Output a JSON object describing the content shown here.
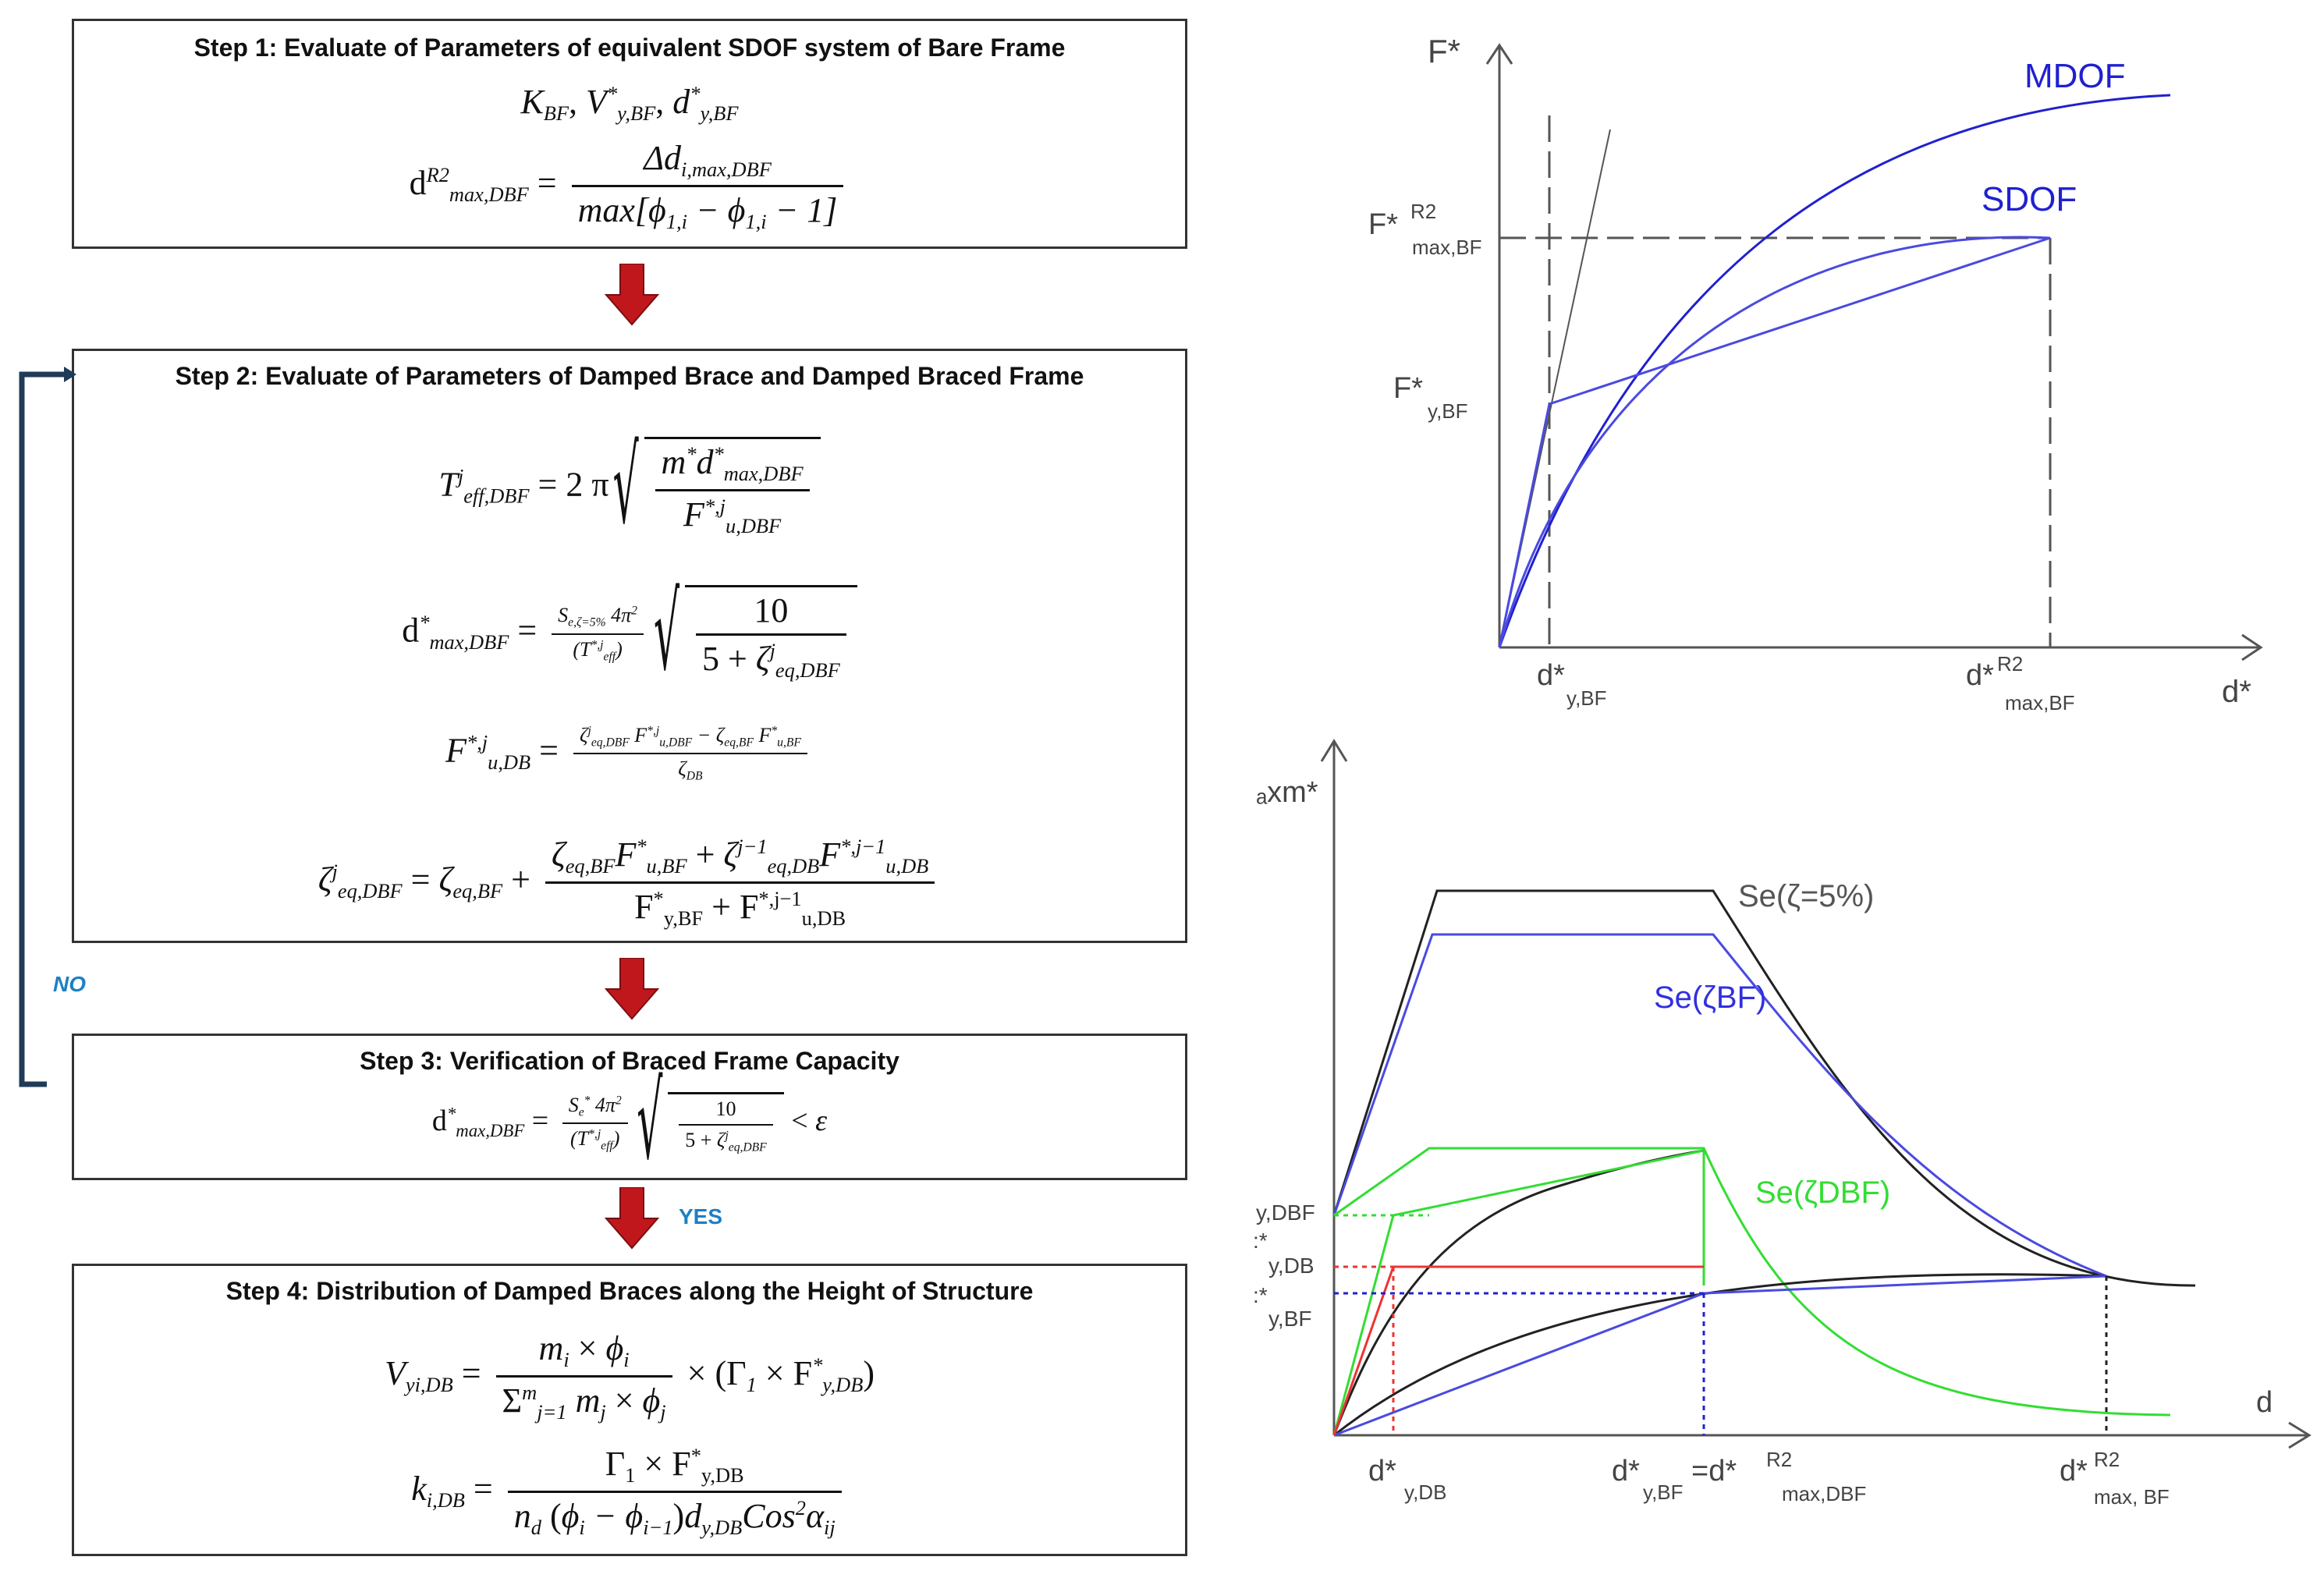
{
  "colors": {
    "box_border": "#333333",
    "arrow_red": "#c0171d",
    "loop_navy": "#1f3b57",
    "label_blue": "#1e7fc4",
    "mdof_blue": "#2020d0",
    "curve_blue": "#4a4ae0",
    "green": "#33dd33",
    "red": "#ee3333",
    "gray": "#444444"
  },
  "steps": [
    {
      "title": "Step 1: Evaluate of Parameters of equivalent SDOF system of Bare Frame",
      "eq1": "K_BF , V*_y,BF , d*_y,BF",
      "eq2": "d^R2_max,DBF = Δd_i,max,DBF / max[ϕ1,i − ϕ1,i − 1]"
    },
    {
      "title": "Step 2: Evaluate of Parameters of Damped Brace and Damped Braced Frame",
      "eq1": "T^j_eff,DBF = 2 π √( m* d*_max,DBF / F*,j_u,DBF )",
      "eq2": "d*_max,DBF = S_e,ζ=5% 4π² / (T*,j_eff) √( 10 / (5 + ζ^j_eq,DBF) )",
      "eq3": "F*,j_u,DB = ( ζ^j_eq,DBF F*,j_u,DBF − ζ_eq,BF F*_u,BF ) / ζ_DB",
      "eq4": "ζ^j_eq,DBF = ζ_eq,BF + ( ζ_eq,BF F*_u,BF + ζ^j−1_eq,DB F*,j−1_u,DB ) / ( F*_y,BF + F*,j−1_u,DB )"
    },
    {
      "title": "Step 3: Verification of Braced Frame Capacity",
      "eq1": "d*_max,DBF = S_e* 4π² / (T*,j_eff) √( 10 / (5+ζ^j_eq,DBF) ) < ε"
    },
    {
      "title": "Step 4: Distribution of Damped Braces along the Height of Structure",
      "eq1": "V_yi,DB = m_i × ϕ_i / Σ m_j × ϕ_j × (Γ1 × F*_y,DB)",
      "eq2": "k_i,DB = Γ1 × F*_y,DB / n_d (ϕ_i − ϕ_i−1) d_y,DB Cos²α_ij"
    }
  ],
  "loop": {
    "no": "NO",
    "yes": "YES"
  },
  "sym": {
    "K": "K",
    "V": "V",
    "d": "d",
    "dR2": "d",
    "T": "T",
    "F": "F",
    "zeta": "ζ",
    "pi": "π",
    "phi": "ϕ",
    "Gamma": "Γ",
    "k": "k",
    "m": "m",
    "n": "n",
    "eps": "ε",
    "lt": "<",
    "times": "×",
    "eq": "=",
    "comma": ",",
    "sub_BF": "BF",
    "sub_yBF": "y,BF",
    "sub_maxDBF": "max,DBF",
    "sup_R2": "R2",
    "delta_num": "Δd",
    "sub_imaxDBF": "i,max,DBF",
    "max_den": "max[ϕ",
    "sub_1i": "1,i",
    "minus": " − ",
    "den_tail": " − 1]",
    "two_pi": "= 2 π",
    "mstar": "m",
    "star": "*",
    "sub_effDBF": "eff,DBF",
    "sup_j": "j",
    "sup_starj": "*,j",
    "sub_uDBF": "u,DBF",
    "sub_uDB": "u,DB",
    "sub_eff": "eff",
    "se_num": "S",
    "se_sub": "e,ζ=5%",
    "four_pi2": "4π",
    "ten": "10",
    "five_plus": "5 + ",
    "sub_eqDBF": "eq,DBF",
    "sub_eqBF": "eq,BF",
    "sub_uBF": "u,BF",
    "sub_DB": "DB",
    "sup_jm1": "j−1",
    "sup_starjm1": "*,j−1",
    "sub_eqDB": "eq,DB",
    "plus": " + ",
    "sub_e": "e",
    "sub_yiDB": "yi,DB",
    "sub_i": "i",
    "sub_j": "j",
    "sigma": "Σ",
    "sum_limits": "m",
    "sum_lower": "j=1",
    "sub_1": "1",
    "sub_yDB": "y,DB",
    "sub_iDB": "i,DB",
    "sub_d": "d",
    "sub_im1": "i−1",
    "cos": "Cos",
    "alpha": "α",
    "sub_ij": "ij",
    "paren_l": "(",
    "paren_r": ")",
    "lpar_gamma": "(Γ",
    "rpar": ")",
    "two": "2"
  },
  "chart_top": {
    "y_axis": "F*",
    "x_axis": "d*",
    "curve_mdof": "MDOF",
    "curve_sdof": "SDOF",
    "label_fmax": "F*",
    "label_fmax_sup": "R2",
    "label_fmax_sub": "max,BF",
    "label_fy": "F*",
    "label_fy_sub": "y,BF",
    "label_dy": "d*",
    "label_dy_sub": "y,BF",
    "label_dmax": "d*",
    "label_dmax_sup": "R2",
    "label_dmax_sub": "max,BF"
  },
  "chart_bottom": {
    "y_axis": "ₐxm*",
    "x_axis": "d",
    "spectrum_5": "Se(ζ=5%)",
    "spectrum_bf": "Se(ζBF)",
    "spectrum_dbf": "Se(ζDBF)",
    "y_dbf": "y,DBF",
    "y_db": "y,DB",
    "y_bf": "y,BF",
    "ystar": ":*",
    "x_ydb": "d*",
    "x_ydb_sub": "y,DB",
    "x_ybf": "d*",
    "x_ybf_sub": "y,BF",
    "x_ybf_eq": " =d*",
    "x_ybf_sup": "R2",
    "x_ybf_sub2": "max,DBF",
    "x_maxbf": "d*",
    "x_maxbf_sup": "R2",
    "x_maxbf_sub": "max, BF"
  }
}
